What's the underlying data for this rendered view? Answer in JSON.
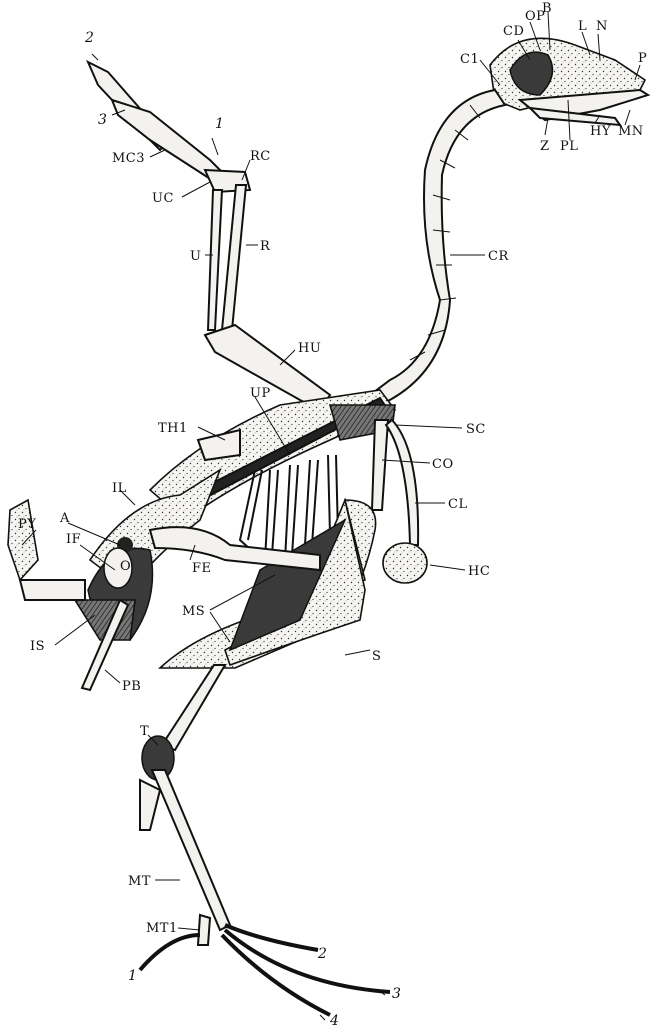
{
  "labels": {
    "wing_digit_2": "2",
    "wing_digit_3": "3",
    "wing_digit_1": "1",
    "mc3": "MC3",
    "uc": "UC",
    "rc": "RC",
    "u": "U",
    "r": "R",
    "hu": "HU",
    "cd": "CD",
    "op": "OP",
    "b": "B",
    "l": "L",
    "n": "N",
    "p": "P",
    "c1": "C1",
    "z": "Z",
    "pl": "PL",
    "hy": "HY",
    "mn": "MN",
    "cr": "CR",
    "up": "UP",
    "th1": "TH1",
    "sc": "SC",
    "co": "CO",
    "cl": "CL",
    "hc": "HC",
    "il": "IL",
    "a": "A",
    "py": "PY",
    "if": "IF",
    "o": "O",
    "fe": "FE",
    "is": "IS",
    "pb": "PB",
    "ms": "MS",
    "s": "S",
    "t": "T",
    "mt": "MT",
    "mt1": "MT1",
    "toe_1": "1",
    "toe_2": "2",
    "toe_3": "3",
    "toe_4": "4"
  }
}
